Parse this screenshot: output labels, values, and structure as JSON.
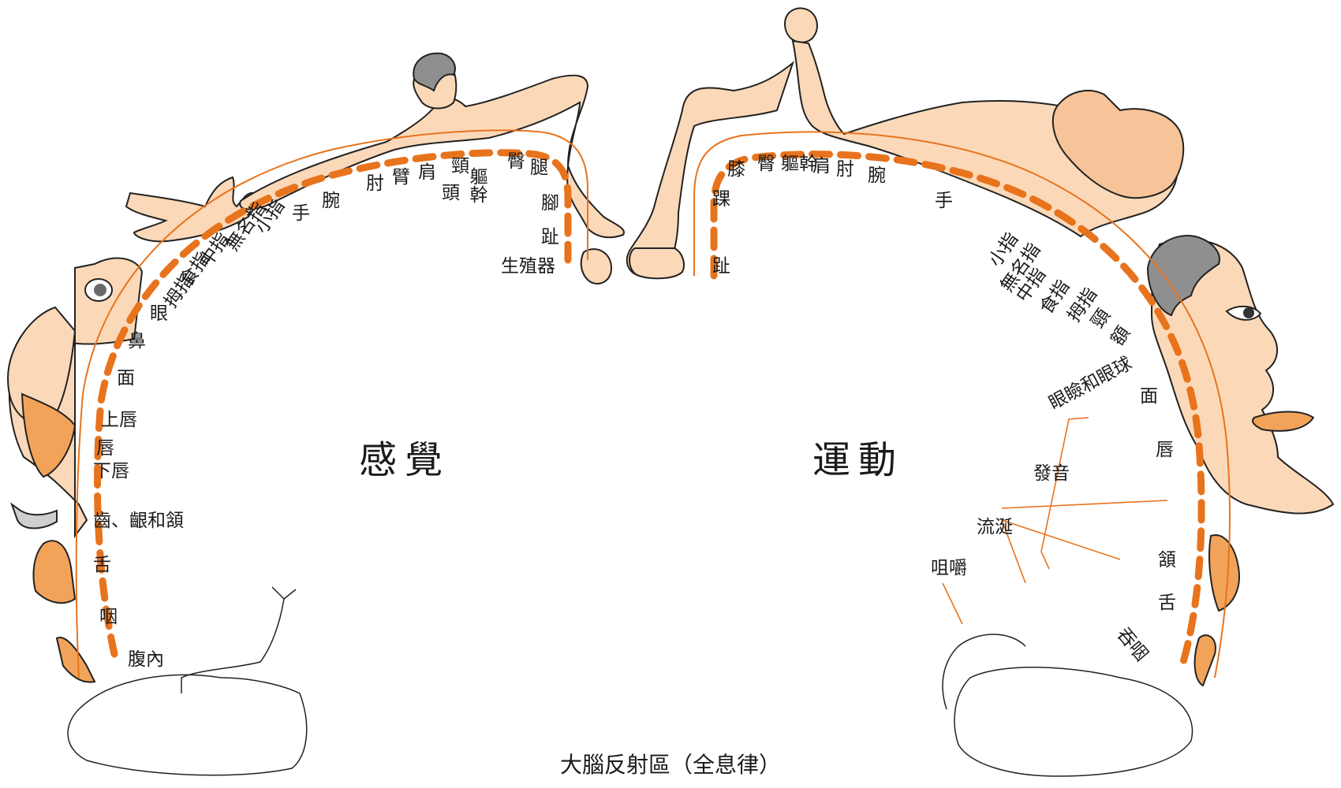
{
  "colors": {
    "accent": "#e8731d",
    "skin": "#fbd9b8",
    "skin_shadow": "#f7c398",
    "lip": "#f2a35a",
    "hair": "#8f8f8f"
  },
  "caption": "大腦反射區（全息律）",
  "sensory": {
    "title": "感覺",
    "labels": {
      "genitals": "生殖器",
      "toes": "趾",
      "foot": "腳",
      "leg": "腿",
      "hip": "臀",
      "trunk": "軀幹",
      "neck": "頸",
      "head": "頭",
      "shoulder": "肩",
      "arm": "臂",
      "elbow": "肘",
      "forearm": "腕",
      "hand": "手",
      "little_finger": "小指",
      "ring_finger": "無名指",
      "middle_finger": "中指",
      "index_finger": "食指",
      "thumb": "拇指",
      "eye": "眼",
      "nose": "鼻",
      "face": "面",
      "upper_lip": "上唇",
      "lips": "唇",
      "lower_lip": "下唇",
      "teeth": "齒、齦和頷",
      "tongue": "舌",
      "pharynx": "咽",
      "abdomen": "腹內"
    }
  },
  "motor": {
    "title": "運動",
    "labels": {
      "toes": "趾",
      "ankle": "踝",
      "knee": "膝",
      "hip": "臀",
      "trunk": "軀幹",
      "shoulder": "肩",
      "elbow": "肘",
      "wrist": "腕",
      "hand": "手",
      "little_finger": "小指",
      "ring_finger": "無名指",
      "middle_finger": "中指",
      "index_finger": "食指",
      "thumb": "拇指",
      "neck": "頸",
      "brow": "額",
      "eyelid": "眼瞼和眼球",
      "face": "面",
      "lips": "唇",
      "vocalization": "發音",
      "salivation": "流涎",
      "mastication": "咀嚼",
      "jaw": "頷",
      "tongue": "舌",
      "swallowing": "吞咽"
    }
  }
}
